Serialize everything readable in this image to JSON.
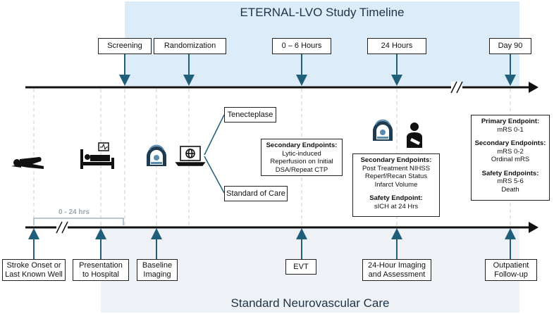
{
  "top_title": "ETERNAL-LVO Study Timeline",
  "bottom_title": "Standard Neurovascular Care",
  "top_milestones": [
    "Screening",
    "Randomization",
    "0 – 6 Hours",
    "24 Hours",
    "Day 90"
  ],
  "bottom_milestones": {
    "stroke_onset": [
      "Stroke Onset or",
      "Last Known Well"
    ],
    "presentation": [
      "Presentation",
      "to Hospital"
    ],
    "baseline": [
      "Baseline",
      "Imaging"
    ],
    "evt": [
      "EVT"
    ],
    "imaging_24h": [
      "24-Hour Imaging",
      "and Assessment"
    ],
    "outpatient": [
      "Outpatient",
      "Follow-up"
    ]
  },
  "arms": [
    "Tenecteplase",
    "Standard of Care"
  ],
  "window_label": "0 - 24 hrs",
  "endpoints_6h": {
    "heading": "Secondary Endpoints:",
    "lines": [
      "Lytic-induced",
      "Reperfusion on Initial",
      "DSA/Repeat CTP"
    ]
  },
  "endpoints_24h": {
    "secondary_heading": "Secondary Endpoints:",
    "secondary_lines": [
      "Post Treatment NIHSS",
      "Reperf/Recan Status",
      "Infarct Volume"
    ],
    "safety_heading": "Safety Endpoint:",
    "safety_lines": [
      "sICH at 24 Hrs"
    ]
  },
  "endpoints_90d": {
    "primary_heading": "Primary Endpoint:",
    "primary_lines": [
      "mRS 0-1"
    ],
    "secondary_heading": "Secondary Endpoints:",
    "secondary_lines": [
      "mRS 0-2",
      "Ordinal mRS"
    ],
    "safety_heading": "Safety Endpoints:",
    "safety_lines": [
      "mRS 5-6",
      "Death"
    ]
  },
  "icons": [
    "lying-patient-icon",
    "hospital-bed-icon",
    "ct-scanner-icon",
    "laptop-globe-icon",
    "ct-scanner-icon",
    "patient-sling-icon"
  ],
  "colors": {
    "top_band": "#dcecf8",
    "bottom_band": "#eef1f5",
    "arrow": "#1f5f7a",
    "axis": "#111111",
    "dashed": "#c8c8c8"
  }
}
